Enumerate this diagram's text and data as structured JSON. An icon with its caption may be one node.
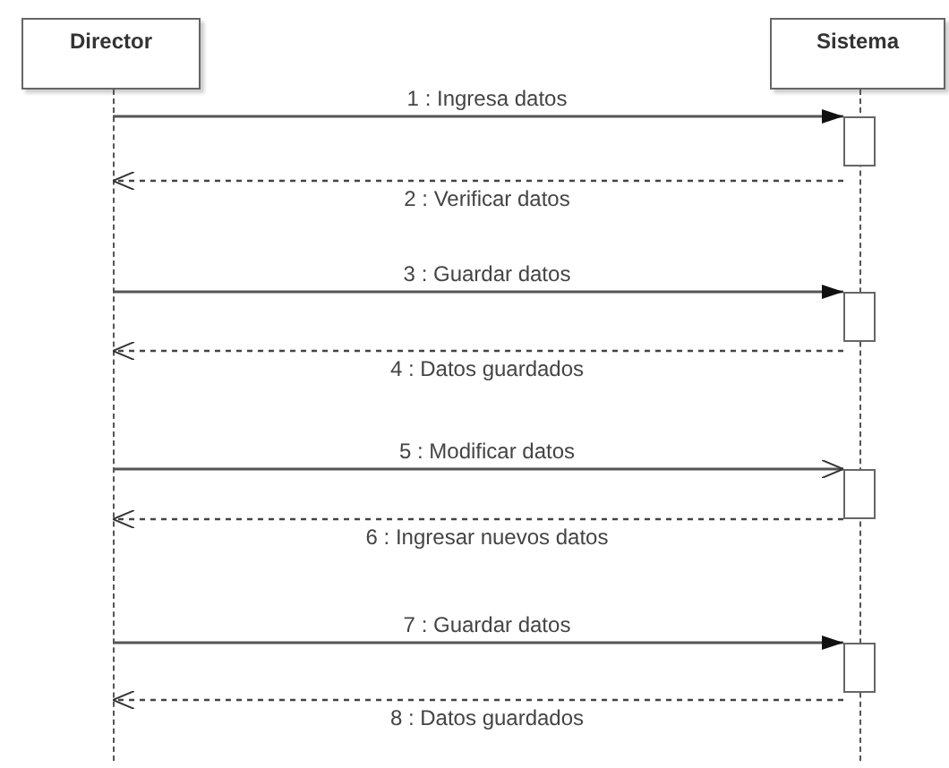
{
  "diagram": {
    "nodes": [
      {
        "text": [
          "Director"
        ]
      },
      {
        "text": [
          "Sistema"
        ]
      },
      {
        "text": [],
        "shape": "line"
      },
      {
        "text": [],
        "shape": "line"
      },
      {
        "text": [],
        "shape": "bar"
      },
      {
        "text": [],
        "shape": "bar"
      },
      {
        "text": [],
        "shape": "bar"
      },
      {
        "text": [],
        "shape": "bar"
      }
    ],
    "edges": [
      {
        "from": 2,
        "to": 4,
        "arrow": "to",
        "label": "1 : Ingresa datos"
      },
      {
        "from": 4,
        "to": 2,
        "arrow": "to",
        "label": "2 : Verificar datos",
        "style": "dashed"
      },
      {
        "from": 2,
        "to": 5,
        "arrow": "to",
        "label": "3 : Guardar datos"
      },
      {
        "from": 5,
        "to": 2,
        "arrow": "to",
        "label": "4 : Datos guardados",
        "style": "dashed"
      },
      {
        "from": 2,
        "to": 6,
        "arrow": "to",
        "label": "5 : Modificar datos"
      },
      {
        "from": 6,
        "to": 2,
        "arrow": "to",
        "label": "6 : Ingresar nuevos datos",
        "style": "dashed"
      },
      {
        "from": 2,
        "to": 7,
        "arrow": "to",
        "label": "7 : Guardar datos"
      },
      {
        "from": 7,
        "to": 2,
        "arrow": "to",
        "label": "8 : Datos guardados",
        "style": "dashed"
      }
    ]
  }
}
